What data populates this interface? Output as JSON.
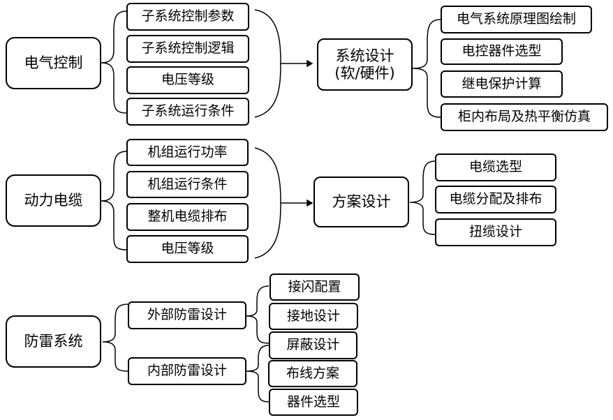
{
  "colors": {
    "stroke": "#000000",
    "background": "#ffffff"
  },
  "electrical": {
    "title": "电气控制",
    "inputs": [
      "子系统控制参数",
      "子系统控制逻辑",
      "电压等级",
      "子系统运行条件"
    ],
    "process_line1": "系统设计",
    "process_line2": "(软/硬件)",
    "outputs": [
      "电气系统原理图绘制",
      "电控器件选型",
      "继电保护计算",
      "柜内布局及热平衡仿真"
    ]
  },
  "cable": {
    "title": "动力电缆",
    "inputs": [
      "机组运行功率",
      "机组运行条件",
      "整机电缆排布",
      "电压等级"
    ],
    "process": "方案设计",
    "outputs": [
      "电缆选型",
      "电缆分配及排布",
      "扭缆设计"
    ]
  },
  "lightning": {
    "title": "防雷系统",
    "branches": [
      "外部防雷设计",
      "内部防雷设计"
    ],
    "leaves": [
      "接闪配置",
      "接地设计",
      "屏蔽设计",
      "布线方案",
      "器件选型"
    ]
  }
}
